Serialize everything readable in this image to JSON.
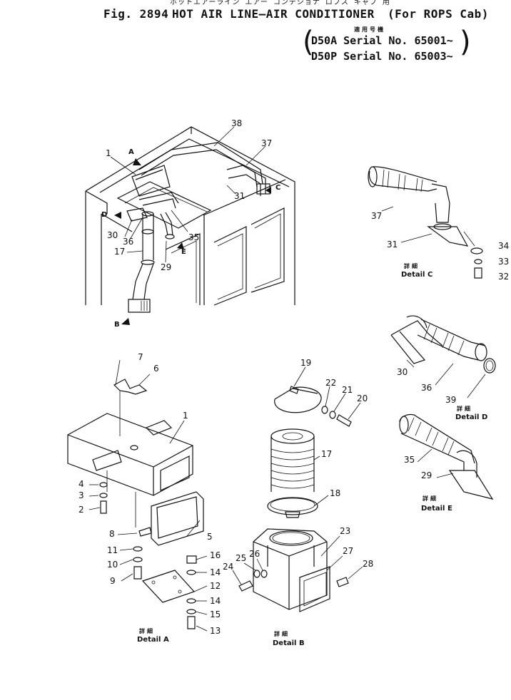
{
  "header": {
    "jp_title": "ホットエアーライン エアー コンデショナ ロプス キャブ 用",
    "fig_label": "Fig. 2894",
    "title": "HOT AIR LINE—AIR CONDITIONER",
    "subtitle": "(For ROPS Cab)",
    "serial_jp": "適用号機",
    "serial_1": "D50A Serial No. 65001~",
    "serial_2": "D50P Serial No. 65003~"
  },
  "details": {
    "a": {
      "jp": "詳細",
      "label": "Detail A"
    },
    "b": {
      "jp": "詳細",
      "label": "Detail B"
    },
    "c": {
      "jp": "詳細",
      "label": "Detail C"
    },
    "d": {
      "jp": "詳細",
      "label": "Detail D"
    },
    "e": {
      "jp": "詳細",
      "label": "Detail E"
    }
  },
  "arrows": {
    "a": "A",
    "b": "B",
    "c": "C",
    "d": "D",
    "e": "E"
  },
  "callouts": {
    "p1_main": "1",
    "p17_main": "17",
    "p29_main": "29",
    "p30_main": "30",
    "p31_main": "31",
    "p35_main": "35",
    "p36_main": "36",
    "p37_main": "37",
    "p38_main": "38",
    "p37_c": "37",
    "p31_c": "31",
    "p34": "34",
    "p33": "33",
    "p32": "32",
    "p30_d": "30",
    "p36_d": "36",
    "p39": "39",
    "p35_e": "35",
    "p29_e": "29",
    "p7": "7",
    "p6": "6",
    "p1_a": "1",
    "p4": "4",
    "p3": "3",
    "p2": "2",
    "p8": "8",
    "p5": "5",
    "p11": "11",
    "p10": "10",
    "p9": "9",
    "p16": "16",
    "p14a": "14",
    "p12": "12",
    "p14b": "14",
    "p15": "15",
    "p13": "13",
    "p19": "19",
    "p22": "22",
    "p21": "21",
    "p20": "20",
    "p17_b": "17",
    "p18": "18",
    "p23": "23",
    "p27": "27",
    "p25": "25",
    "p26": "26",
    "p24": "24",
    "p28": "28"
  }
}
